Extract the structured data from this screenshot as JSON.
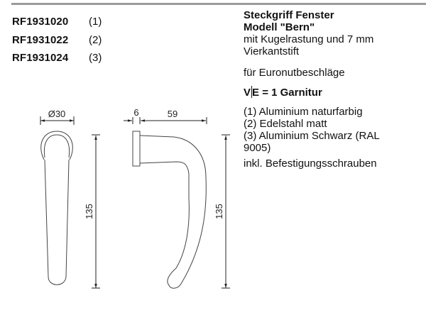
{
  "articles": [
    {
      "code": "RF1931020",
      "variant": "(1)"
    },
    {
      "code": "RF1931022",
      "variant": "(2)"
    },
    {
      "code": "RF1931024",
      "variant": "(3)"
    }
  ],
  "description": {
    "title_line1": "Steckgriff Fenster",
    "title_line2": "Modell \"Bern\"",
    "feature_line1": "mit Kugelrastung und 7 mm",
    "feature_line2": "Vierkantstift",
    "usage": "für Euronutbeschläge",
    "ve_prefix": "V",
    "ve_suffix": "E = 1 Garnitur",
    "finishes": [
      "(1) Aluminium naturfarbig",
      "(2) Edelstahl matt",
      "(3) Aluminium Schwarz (RAL",
      "9005)"
    ],
    "included": "inkl. Befestigungsschrauben"
  },
  "drawing": {
    "front_diameter": "Ø30",
    "front_height": "135",
    "side_rosette_depth": "6",
    "side_projection": "59",
    "side_height": "135"
  },
  "colors": {
    "rule": "#9a9a9a",
    "line": "#444444",
    "text": "#111111"
  }
}
